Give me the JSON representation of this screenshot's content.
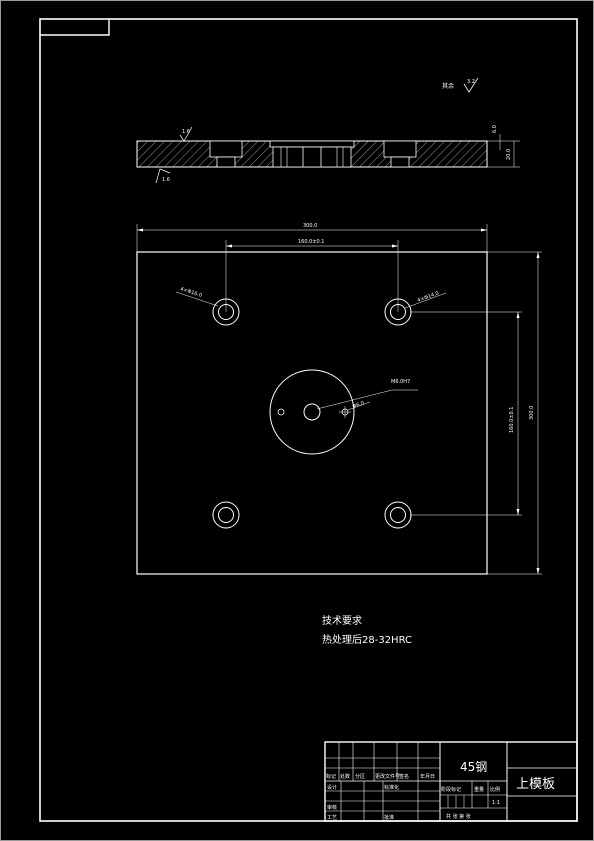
{
  "drawing": {
    "surface_finish": "其余",
    "surface_finish_value": "3.2",
    "dim_overall_width": "300.0",
    "dim_hole_spacing_x": "160.0±0.1",
    "dim_hole_spacing_y": "160.0±0.1",
    "dim_overall_height": "300.0",
    "dim_corner_hole_left": "4×Φ16.0",
    "dim_corner_hole_right": "4×Φ14.0",
    "dim_center_thread": "M6.0H7",
    "dim_center_small": "Φ6.0",
    "section_roughness_top": "1.6",
    "section_roughness_bottom": "1.6",
    "section_thk_a": "6.0",
    "section_thk_b": "20.0",
    "notes_title": "技术要求",
    "notes_line1": "热处理后28-32HRC"
  },
  "title_block": {
    "material": "45钢",
    "part_name": "上模板",
    "row_labels": [
      "标记",
      "处数",
      "分区",
      "更改文件号",
      "签名",
      "年月日"
    ],
    "designer_label": "设计",
    "standardize_label": "标准化",
    "review_label": "审核",
    "process_label": "工艺",
    "approve_label": "批准",
    "stage_mark_label": "阶段标记",
    "weight_label": "重量",
    "scale_label": "比例",
    "scale_value": "1:1",
    "sheet_label": "共 张 第 张"
  },
  "colors": {
    "background": "#000000",
    "line": "#ffffff"
  }
}
